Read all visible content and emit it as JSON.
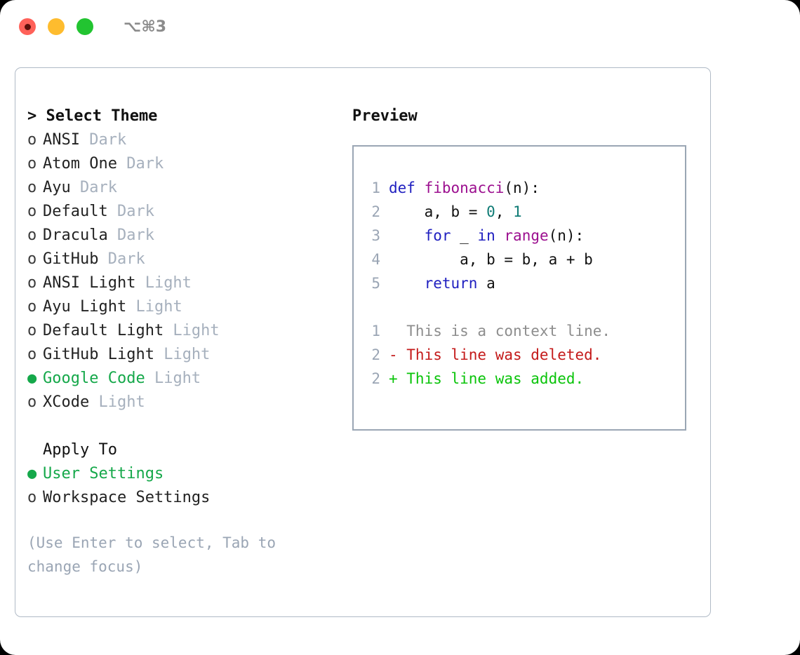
{
  "titlebar": {
    "shortcut": "⌥⌘3",
    "buttons": [
      {
        "name": "close",
        "color": "#ff6159"
      },
      {
        "name": "minimize",
        "color": "#febc2e"
      },
      {
        "name": "maximize",
        "color": "#22c431"
      }
    ]
  },
  "theme_picker": {
    "title": "> Select Theme",
    "marker_unselected": "o",
    "marker_selected": "●",
    "items": [
      {
        "label": "ANSI",
        "suffix": "Dark",
        "selected": false
      },
      {
        "label": "Atom One",
        "suffix": "Dark",
        "selected": false
      },
      {
        "label": "Ayu",
        "suffix": "Dark",
        "selected": false
      },
      {
        "label": "Default",
        "suffix": "Dark",
        "selected": false
      },
      {
        "label": "Dracula",
        "suffix": "Dark",
        "selected": false
      },
      {
        "label": "GitHub",
        "suffix": "Dark",
        "selected": false
      },
      {
        "label": "ANSI Light",
        "suffix": "Light",
        "selected": false
      },
      {
        "label": "Ayu Light",
        "suffix": "Light",
        "selected": false
      },
      {
        "label": "Default Light",
        "suffix": "Light",
        "selected": false
      },
      {
        "label": "GitHub Light",
        "suffix": "Light",
        "selected": false
      },
      {
        "label": "Google Code",
        "suffix": "Light",
        "selected": true
      },
      {
        "label": "XCode",
        "suffix": "Light",
        "selected": false
      }
    ]
  },
  "apply_to": {
    "title": "Apply To",
    "items": [
      {
        "label": "User Settings",
        "selected": true
      },
      {
        "label": "Workspace Settings",
        "selected": false
      }
    ]
  },
  "hint": "(Use Enter to select, Tab to change focus)",
  "preview": {
    "title": "Preview",
    "code_lines": [
      {
        "num": "1",
        "tokens": [
          {
            "t": "def",
            "c": "kw"
          },
          {
            "t": " ",
            "c": "pl"
          },
          {
            "t": "fibonacci",
            "c": "fn"
          },
          {
            "t": "(n):",
            "c": "pl"
          }
        ]
      },
      {
        "num": "2",
        "tokens": [
          {
            "t": "    a, b = ",
            "c": "pl"
          },
          {
            "t": "0",
            "c": "num"
          },
          {
            "t": ", ",
            "c": "pl"
          },
          {
            "t": "1",
            "c": "num"
          }
        ]
      },
      {
        "num": "3",
        "tokens": [
          {
            "t": "    ",
            "c": "pl"
          },
          {
            "t": "for",
            "c": "kw"
          },
          {
            "t": " _ ",
            "c": "pl"
          },
          {
            "t": "in",
            "c": "kw"
          },
          {
            "t": " ",
            "c": "pl"
          },
          {
            "t": "range",
            "c": "fn"
          },
          {
            "t": "(n):",
            "c": "pl"
          }
        ]
      },
      {
        "num": "4",
        "tokens": [
          {
            "t": "        a, b = b, a + b",
            "c": "pl"
          }
        ]
      },
      {
        "num": "5",
        "tokens": [
          {
            "t": "    ",
            "c": "pl"
          },
          {
            "t": "return",
            "c": "kw"
          },
          {
            "t": " a",
            "c": "pl"
          }
        ]
      }
    ],
    "diff_lines": [
      {
        "num": "1",
        "sign": " ",
        "text": "This is a context line.",
        "kind": "ctx"
      },
      {
        "num": "2",
        "sign": "-",
        "text": "This line was deleted.",
        "kind": "del"
      },
      {
        "num": "2",
        "sign": "+",
        "text": "This line was added.",
        "kind": "add"
      }
    ]
  },
  "colors": {
    "accent_green": "#15a84a",
    "diff_add": "#0ac40a",
    "diff_del": "#c41a1a",
    "muted": "#a6b0bd",
    "line_number": "#9aa5b4",
    "keyword": "#2020c0",
    "function": "#9c0f8f",
    "number": "#0f7b75",
    "border": "#b0bac6"
  }
}
